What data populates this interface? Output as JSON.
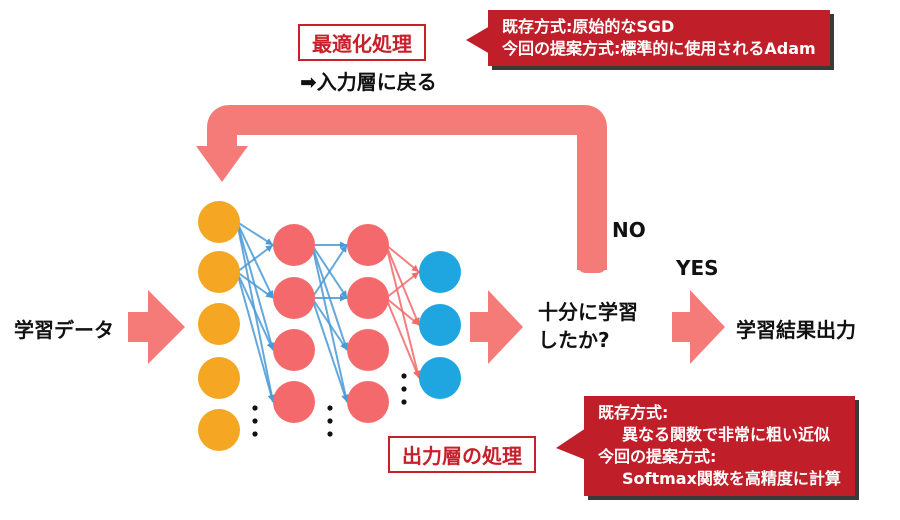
{
  "labels": {
    "input": "学習データ",
    "decision_line1": "十分に学習",
    "decision_line2": "したか?",
    "output": "学習結果出力",
    "yes": "YES",
    "no": "NO",
    "return_input": "➡入力層に戻る"
  },
  "optimization": {
    "title": "最適化処理",
    "note_line1": "既存方式:原始的なSGD",
    "note_line2": "今回の提案方式:標準的に使用されるAdam"
  },
  "output_layer": {
    "title": "出力層の処理",
    "note_line1": "既存方式:",
    "note_line2": "異なる関数で非常に粗い近似",
    "note_line3": "今回の提案方式:",
    "note_line4": "Softmax関数を高精度に計算"
  },
  "colors": {
    "arrow": "#f47b78",
    "input_node": "#f5a623",
    "hidden_node": "#f46a6c",
    "output_node": "#1fa6e0",
    "edge_blue": "#4a9ad6",
    "edge_red": "#f06a6a",
    "note_bg": "#c01f2a"
  }
}
